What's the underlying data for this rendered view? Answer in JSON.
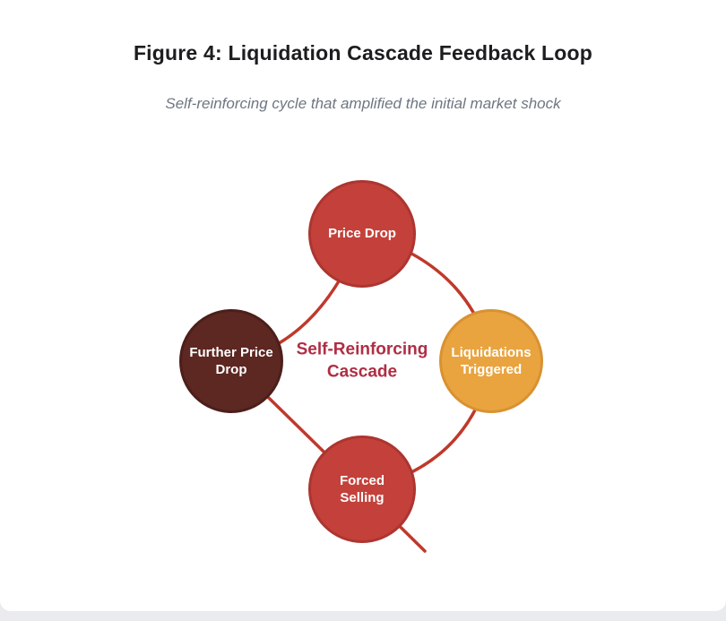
{
  "figure": {
    "title": "Figure 4: Liquidation Cascade Feedback Loop",
    "subtitle": "Self-reinforcing cycle that amplified the initial market shock"
  },
  "diagram": {
    "center": {
      "line1": "Self-Reinforcing",
      "line2": "Cascade"
    },
    "nodes": {
      "top": {
        "label": "Price Drop",
        "color": "#c3413a"
      },
      "right": {
        "label": "Liquidations Triggered",
        "color": "#e9a43f"
      },
      "bottom": {
        "label": "Forced Selling",
        "color": "#c3413a"
      },
      "left": {
        "label": "Further Price Drop",
        "color": "#5d2722"
      }
    },
    "connector_color": "#c0392b",
    "center_text_color": "#af2e44"
  }
}
